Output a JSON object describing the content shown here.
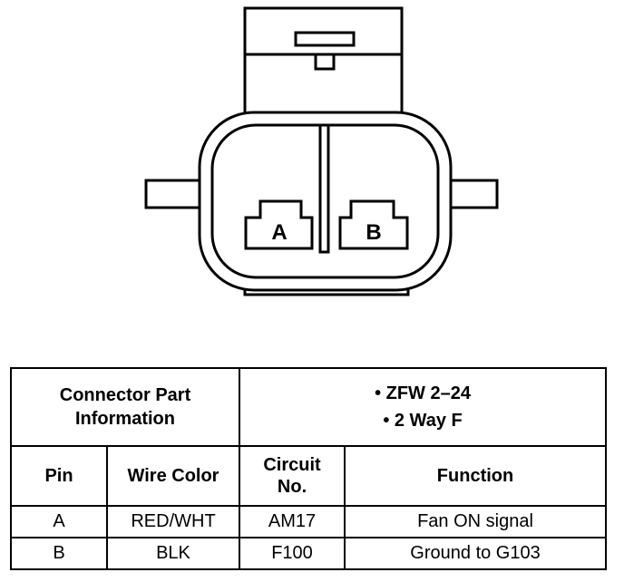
{
  "connector": {
    "pin_a_label": "A",
    "pin_b_label": "B"
  },
  "table": {
    "part_info_title": "Connector Part Information",
    "part_info": [
      "ZFW 2–24",
      "2 Way F"
    ],
    "headers": {
      "pin": "Pin",
      "wire_color": "Wire Color",
      "circuit": "Circuit No.",
      "function": "Function"
    },
    "rows": [
      {
        "pin": "A",
        "wire_color": "RED/WHT",
        "circuit": "AM17",
        "function": "Fan ON signal"
      },
      {
        "pin": "B",
        "wire_color": "BLK",
        "circuit": "F100",
        "function": "Ground to G103"
      }
    ]
  }
}
